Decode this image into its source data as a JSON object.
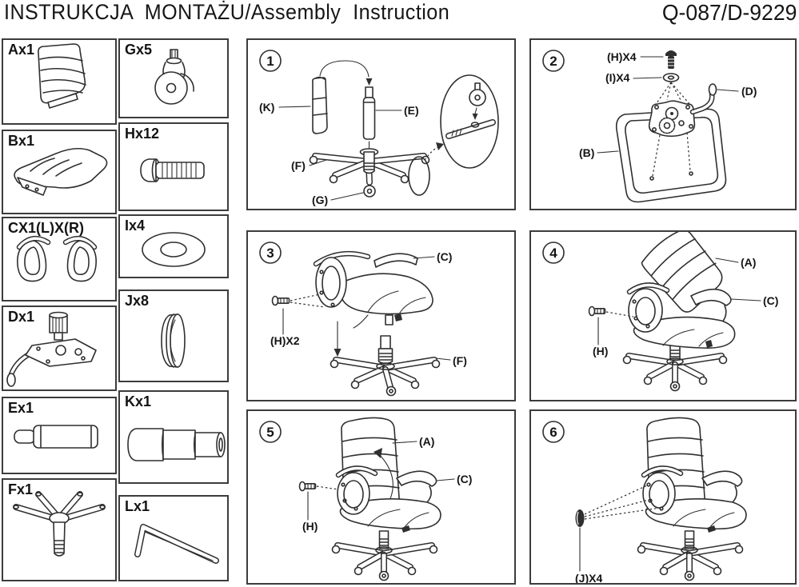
{
  "header": {
    "title": "INSTRUKCJA  MONTAŻU/Assembly  Instruction",
    "model": "Q-087/D-9229"
  },
  "colors": {
    "ink": "#2f2f2f",
    "paper": "#ffffff"
  },
  "parts": {
    "column1": [
      {
        "code": "Ax1",
        "name": "backrest"
      },
      {
        "code": "Bx1",
        "name": "seat-cushion"
      },
      {
        "code": "CX1(L)X(R)",
        "name": "armrest-pair"
      },
      {
        "code": "Dx1",
        "name": "tilt-mechanism"
      },
      {
        "code": "Ex1",
        "name": "gas-lift-cylinder"
      },
      {
        "code": "Fx1",
        "name": "five-star-base"
      }
    ],
    "column2": [
      {
        "code": "Gx5",
        "name": "caster-wheel"
      },
      {
        "code": "Hx12",
        "name": "bolt"
      },
      {
        "code": "Ix4",
        "name": "washer"
      },
      {
        "code": "Jx8",
        "name": "spacer-bushing"
      },
      {
        "code": "Kx1",
        "name": "telescopic-cover"
      },
      {
        "code": "Lx1",
        "name": "allen-key"
      }
    ]
  },
  "steps": [
    {
      "number": "1",
      "labels": {
        "k": "(K)",
        "e": "(E)",
        "f": "(F)",
        "g": "(G)"
      }
    },
    {
      "number": "2",
      "labels": {
        "h": "(H)X4",
        "i": "(I)X4",
        "d": "(D)",
        "b": "(B)"
      }
    },
    {
      "number": "3",
      "labels": {
        "c": "(C)",
        "h": "(H)X2",
        "f": "(F)"
      }
    },
    {
      "number": "4",
      "labels": {
        "a": "(A)",
        "c": "(C)",
        "h": "(H)"
      }
    },
    {
      "number": "5",
      "labels": {
        "a": "(A)",
        "c": "(C)",
        "h": "(H)"
      }
    },
    {
      "number": "6",
      "labels": {
        "j": "(J)X4"
      }
    }
  ]
}
